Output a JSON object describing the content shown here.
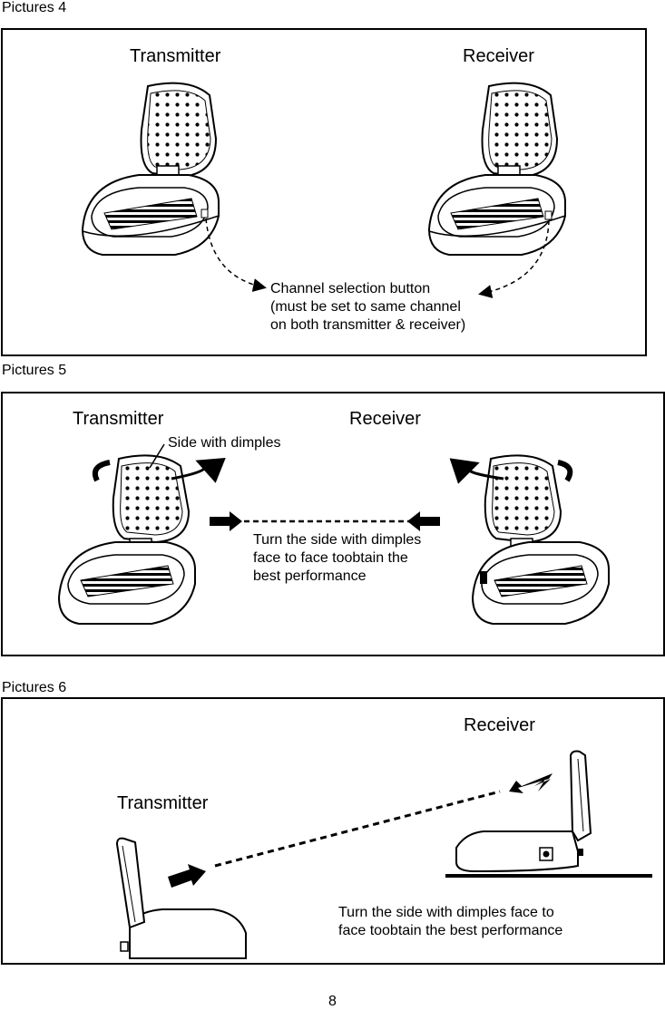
{
  "pictures": [
    {
      "caption": "Pictures 4",
      "transmitter_label": "Transmitter",
      "receiver_label": "Receiver",
      "note": "Channel selection button\n  (must be set to same channel\non both transmitter & receiver)"
    },
    {
      "caption": "Pictures 5",
      "transmitter_label": "Transmitter",
      "receiver_label": "Receiver",
      "dimples_label": "Side with dimples",
      "note": "Turn the side with dimples\nface to face toobtain the\nbest performance"
    },
    {
      "caption": "Pictures 6",
      "receiver_label": "Receiver",
      "transmitter_label": "Transmitter",
      "note": "Turn the side with dimples face to\nface toobtain the best performance"
    }
  ],
  "page_number": "8",
  "colors": {
    "ink": "#000000",
    "paper": "#ffffff",
    "shade": "#d0d0d0"
  }
}
